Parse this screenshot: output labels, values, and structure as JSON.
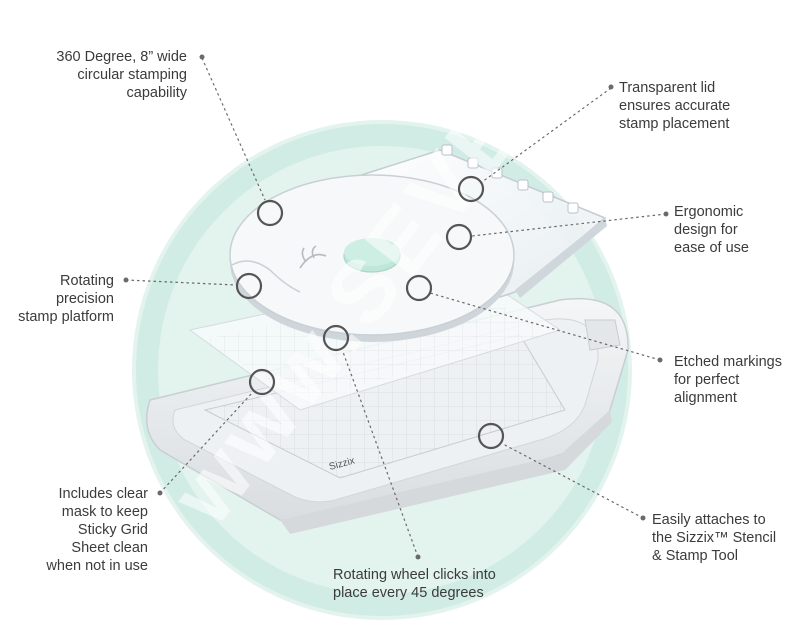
{
  "brand": "Sizzix",
  "watermark": "www.SEVEN",
  "callouts": [
    {
      "id": "circular",
      "lines": [
        "360 Degree, 8” wide",
        "circular stamping",
        "capability"
      ]
    },
    {
      "id": "lid",
      "lines": [
        "Transparent lid",
        "ensures accurate",
        "stamp placement"
      ]
    },
    {
      "id": "ergonomic",
      "lines": [
        "Ergonomic",
        "design for",
        "ease of use"
      ]
    },
    {
      "id": "platform",
      "lines": [
        "Rotating",
        "precision",
        "stamp platform"
      ]
    },
    {
      "id": "etched",
      "lines": [
        "Etched markings",
        "for perfect",
        "alignment"
      ]
    },
    {
      "id": "mask",
      "lines": [
        "Includes clear",
        "mask to keep",
        "Sticky Grid",
        "Sheet clean",
        "when not in use"
      ]
    },
    {
      "id": "attaches",
      "lines": [
        "Easily attaches to",
        "the Sizzix™ Stencil",
        "& Stamp Tool"
      ]
    },
    {
      "id": "wheel",
      "lines": [
        "Rotating wheel clicks into",
        "place every 45 degrees"
      ]
    }
  ],
  "colors": {
    "mint": "#d7efe8",
    "mintDark": "#bfe3d8",
    "knob": "#bfe6d9",
    "line": "#6a6a6a",
    "tray": "#e9ecee"
  }
}
